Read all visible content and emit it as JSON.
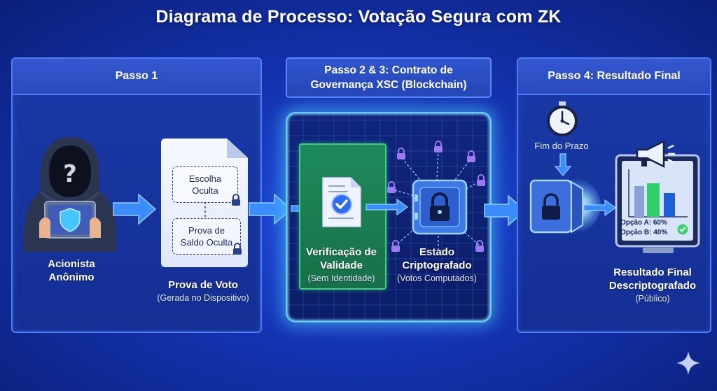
{
  "title": "Diagrama de Processo: Votação Segura com ZK",
  "panels": {
    "step1": {
      "heading": "Passo 1"
    },
    "step23": {
      "heading_line1": "Passo 2 & 3: Contrato de",
      "heading_line2": "Governança XSC (Blockchain)"
    },
    "step4": {
      "heading": "Passo 4: Resultado Final"
    }
  },
  "actor": {
    "line1": "Acionista",
    "line2": "Anônimo"
  },
  "proof": {
    "box1_line1": "Escolha",
    "box1_line2": "Oculta",
    "box2_line1": "Prova de",
    "box2_line2": "Saldo Oculta",
    "label": "Prova de Voto",
    "sublabel": "(Gerada no Dispositivo)"
  },
  "verification": {
    "line1": "Verificação de",
    "line2": "Validade",
    "sublabel": "(Sem Identidade)"
  },
  "state": {
    "line1": "Estado",
    "line2": "Criptografado",
    "sublabel": "(Votos Computados)"
  },
  "deadline": {
    "label": "Fim do Prazo"
  },
  "result": {
    "option_a": "Opção A: 60%",
    "option_b": "Opção B: 40%",
    "line1": "Resultado Final",
    "line2": "Descriptografado",
    "sublabel": "(Público)"
  },
  "colors": {
    "background": "#1433b0",
    "panel_border": "#4f7df5",
    "glow": "#5fd0ff",
    "verify_green": "#1e8a5c",
    "check_green": "#3bd16f"
  },
  "icons": [
    "hooded-person-icon",
    "question-mark-icon",
    "shield-icon",
    "document-icon",
    "lock-icon",
    "checkmark-icon",
    "safe-icon",
    "stopwatch-icon",
    "megaphone-icon",
    "bar-chart-icon",
    "sparkle-icon",
    "arrow-right-icon",
    "arrow-down-icon"
  ]
}
